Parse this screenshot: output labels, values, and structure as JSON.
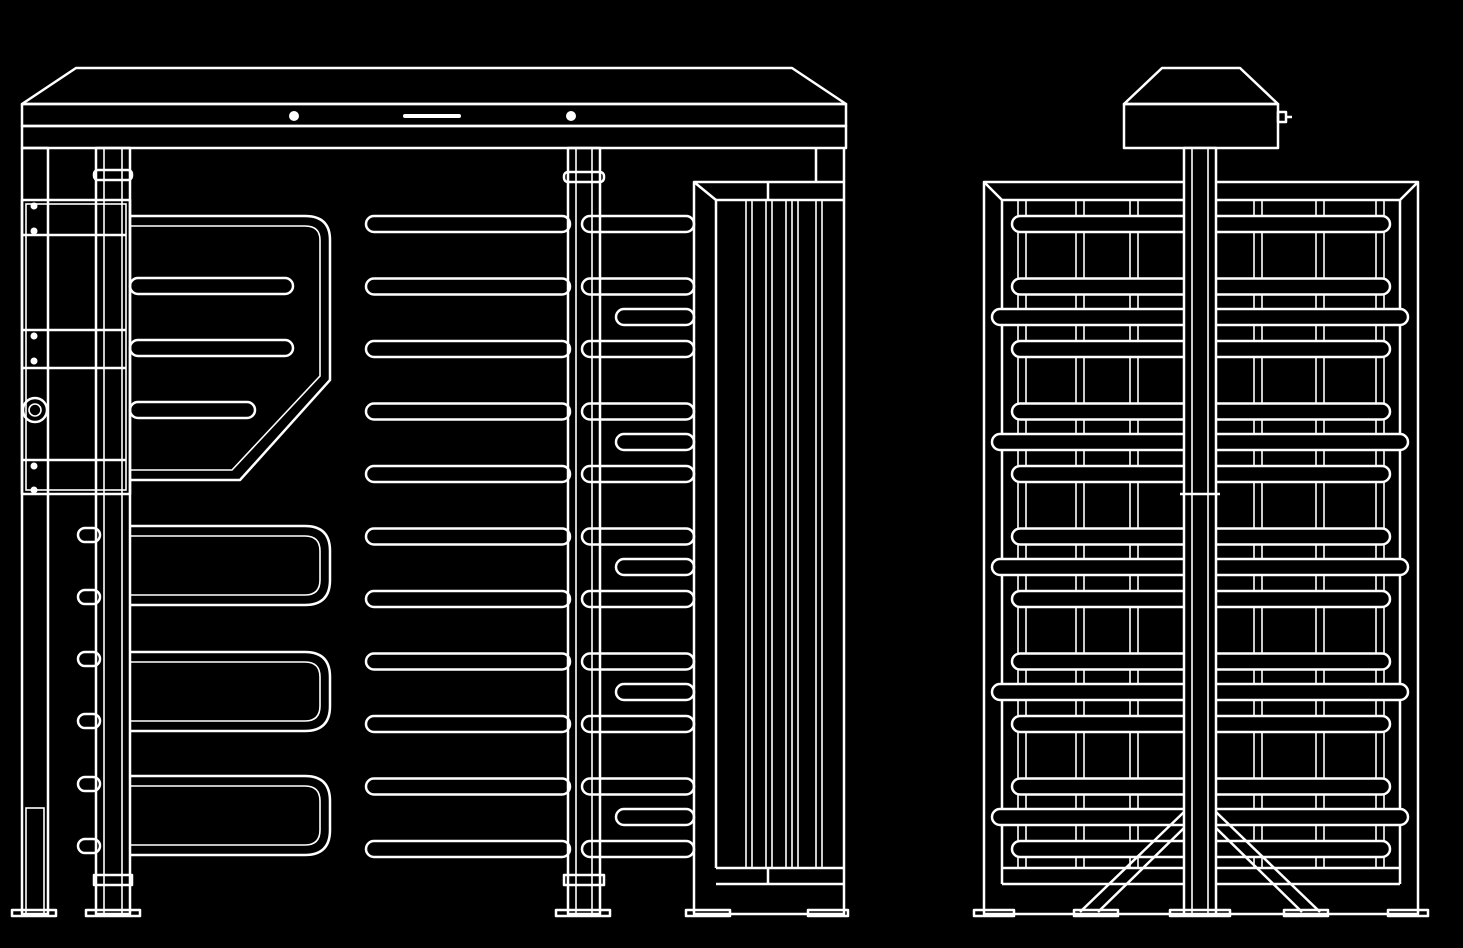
{
  "drawing": {
    "background": "#000000",
    "stroke": "#ffffff",
    "views": [
      {
        "id": "front-view",
        "title": ""
      },
      {
        "id": "side-view",
        "title": ""
      }
    ],
    "front": {
      "rotor_arm_rows": 11,
      "fixed_arm_rows": 11
    },
    "side": {
      "rotor_arm_rows": 11,
      "crossbar_rows": 5
    }
  }
}
